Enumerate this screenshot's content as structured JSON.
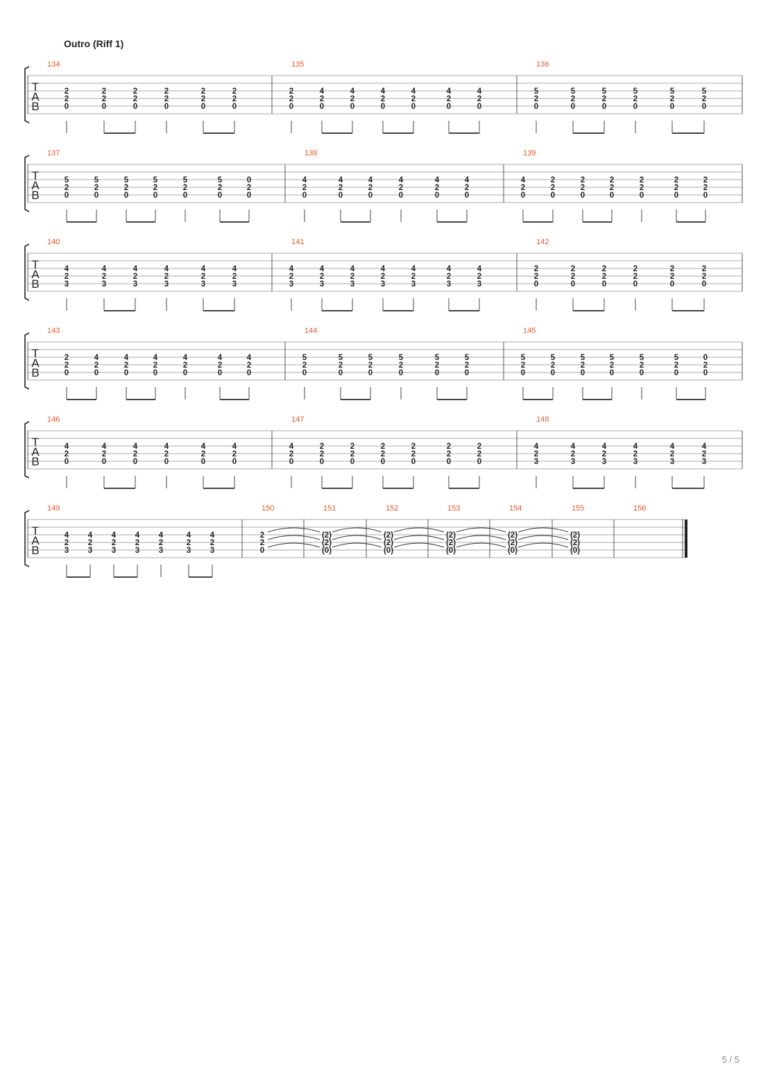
{
  "section_title": "Outro (Riff 1)",
  "page_number": "5 / 5",
  "tab_label": [
    "T",
    "A",
    "B"
  ],
  "colors": {
    "measure_number": "#e8562a",
    "text": "#222222",
    "staff_line": "#a8a8a8"
  },
  "systems": [
    {
      "measures": [
        {
          "number": "134",
          "beats": [
            [
              "2",
              "2",
              "0"
            ],
            [
              "2",
              "2",
              "0"
            ],
            [
              "2",
              "2",
              "0"
            ],
            [
              "2",
              "2",
              "0"
            ],
            [
              "2",
              "2",
              "0"
            ],
            [
              "2",
              "2",
              "0"
            ]
          ]
        },
        {
          "number": "135",
          "beats": [
            [
              "2",
              "2",
              "0"
            ],
            [
              "4",
              "2",
              "0"
            ],
            [
              "4",
              "2",
              "0"
            ],
            [
              "4",
              "2",
              "0"
            ],
            [
              "4",
              "2",
              "0"
            ],
            [
              "4",
              "2",
              "0"
            ],
            [
              "4",
              "2",
              "0"
            ]
          ]
        },
        {
          "number": "136",
          "beats": [
            [
              "5",
              "2",
              "0"
            ],
            [
              "5",
              "2",
              "0"
            ],
            [
              "5",
              "2",
              "0"
            ],
            [
              "5",
              "2",
              "0"
            ],
            [
              "5",
              "2",
              "0"
            ],
            [
              "5",
              "2",
              "0"
            ]
          ]
        }
      ]
    },
    {
      "measures": [
        {
          "number": "137",
          "beats": [
            [
              "5",
              "2",
              "0"
            ],
            [
              "5",
              "2",
              "0"
            ],
            [
              "5",
              "2",
              "0"
            ],
            [
              "5",
              "2",
              "0"
            ],
            [
              "5",
              "2",
              "0"
            ],
            [
              "5",
              "2",
              "0"
            ],
            [
              "0",
              "2",
              "0"
            ]
          ]
        },
        {
          "number": "138",
          "beats": [
            [
              "4",
              "2",
              "0"
            ],
            [
              "4",
              "2",
              "0"
            ],
            [
              "4",
              "2",
              "0"
            ],
            [
              "4",
              "2",
              "0"
            ],
            [
              "4",
              "2",
              "0"
            ],
            [
              "4",
              "2",
              "0"
            ]
          ]
        },
        {
          "number": "139",
          "beats": [
            [
              "4",
              "2",
              "0"
            ],
            [
              "2",
              "2",
              "0"
            ],
            [
              "2",
              "2",
              "0"
            ],
            [
              "2",
              "2",
              "0"
            ],
            [
              "2",
              "2",
              "0"
            ],
            [
              "2",
              "2",
              "0"
            ],
            [
              "2",
              "2",
              "0"
            ]
          ]
        }
      ]
    },
    {
      "measures": [
        {
          "number": "140",
          "beats": [
            [
              "4",
              "2",
              "3"
            ],
            [
              "4",
              "2",
              "3"
            ],
            [
              "4",
              "2",
              "3"
            ],
            [
              "4",
              "2",
              "3"
            ],
            [
              "4",
              "2",
              "3"
            ],
            [
              "4",
              "2",
              "3"
            ]
          ]
        },
        {
          "number": "141",
          "beats": [
            [
              "4",
              "2",
              "3"
            ],
            [
              "4",
              "2",
              "3"
            ],
            [
              "4",
              "2",
              "3"
            ],
            [
              "4",
              "2",
              "3"
            ],
            [
              "4",
              "2",
              "3"
            ],
            [
              "4",
              "2",
              "3"
            ],
            [
              "4",
              "2",
              "3"
            ]
          ]
        },
        {
          "number": "142",
          "beats": [
            [
              "2",
              "2",
              "0"
            ],
            [
              "2",
              "2",
              "0"
            ],
            [
              "2",
              "2",
              "0"
            ],
            [
              "2",
              "2",
              "0"
            ],
            [
              "2",
              "2",
              "0"
            ],
            [
              "2",
              "2",
              "0"
            ]
          ]
        }
      ]
    },
    {
      "measures": [
        {
          "number": "143",
          "beats": [
            [
              "2",
              "2",
              "0"
            ],
            [
              "4",
              "2",
              "0"
            ],
            [
              "4",
              "2",
              "0"
            ],
            [
              "4",
              "2",
              "0"
            ],
            [
              "4",
              "2",
              "0"
            ],
            [
              "4",
              "2",
              "0"
            ],
            [
              "4",
              "2",
              "0"
            ]
          ]
        },
        {
          "number": "144",
          "beats": [
            [
              "5",
              "2",
              "0"
            ],
            [
              "5",
              "2",
              "0"
            ],
            [
              "5",
              "2",
              "0"
            ],
            [
              "5",
              "2",
              "0"
            ],
            [
              "5",
              "2",
              "0"
            ],
            [
              "5",
              "2",
              "0"
            ]
          ]
        },
        {
          "number": "145",
          "beats": [
            [
              "5",
              "2",
              "0"
            ],
            [
              "5",
              "2",
              "0"
            ],
            [
              "5",
              "2",
              "0"
            ],
            [
              "5",
              "2",
              "0"
            ],
            [
              "5",
              "2",
              "0"
            ],
            [
              "5",
              "2",
              "0"
            ],
            [
              "0",
              "2",
              "0"
            ]
          ]
        }
      ]
    },
    {
      "measures": [
        {
          "number": "146",
          "beats": [
            [
              "4",
              "2",
              "0"
            ],
            [
              "4",
              "2",
              "0"
            ],
            [
              "4",
              "2",
              "0"
            ],
            [
              "4",
              "2",
              "0"
            ],
            [
              "4",
              "2",
              "0"
            ],
            [
              "4",
              "2",
              "0"
            ]
          ]
        },
        {
          "number": "147",
          "beats": [
            [
              "4",
              "2",
              "0"
            ],
            [
              "2",
              "2",
              "0"
            ],
            [
              "2",
              "2",
              "0"
            ],
            [
              "2",
              "2",
              "0"
            ],
            [
              "2",
              "2",
              "0"
            ],
            [
              "2",
              "2",
              "0"
            ],
            [
              "2",
              "2",
              "0"
            ]
          ]
        },
        {
          "number": "148",
          "beats": [
            [
              "4",
              "2",
              "3"
            ],
            [
              "4",
              "2",
              "3"
            ],
            [
              "4",
              "2",
              "3"
            ],
            [
              "4",
              "2",
              "3"
            ],
            [
              "4",
              "2",
              "3"
            ],
            [
              "4",
              "2",
              "3"
            ]
          ]
        }
      ]
    },
    {
      "measures": [
        {
          "number": "149",
          "beats": [
            [
              "4",
              "2",
              "3"
            ],
            [
              "4",
              "2",
              "3"
            ],
            [
              "4",
              "2",
              "3"
            ],
            [
              "4",
              "2",
              "3"
            ],
            [
              "4",
              "2",
              "3"
            ],
            [
              "4",
              "2",
              "3"
            ],
            [
              "4",
              "2",
              "3"
            ]
          ]
        },
        {
          "number": "150",
          "beats": [
            [
              "2",
              "2",
              "0"
            ]
          ]
        },
        {
          "number": "151",
          "beats": [
            [
              "(2)",
              "(2)",
              "(0)"
            ]
          ]
        },
        {
          "number": "152",
          "beats": [
            [
              "(2)",
              "(2)",
              "(0)"
            ]
          ]
        },
        {
          "number": "153",
          "beats": [
            [
              "(2)",
              "(2)",
              "(0)"
            ]
          ]
        },
        {
          "number": "154",
          "beats": [
            [
              "(2)",
              "(2)",
              "(0)"
            ]
          ]
        },
        {
          "number": "155",
          "beats": [
            [
              "(2)",
              "(2)",
              "(0)"
            ]
          ]
        },
        {
          "number": "156",
          "beats": []
        }
      ]
    }
  ]
}
